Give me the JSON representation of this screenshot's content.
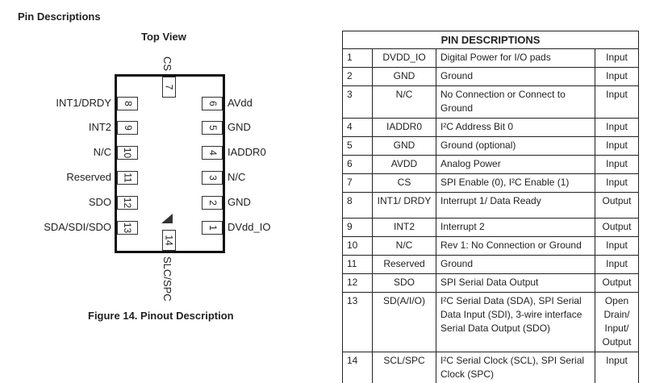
{
  "section_title": "Pin Descriptions",
  "diagram": {
    "title": "Top View",
    "caption": "Figure 14. Pinout Description",
    "left_pins": [
      {
        "num": "8",
        "name": "INT1/DRDY"
      },
      {
        "num": "9",
        "name": "INT2"
      },
      {
        "num": "10",
        "name": "N/C"
      },
      {
        "num": "11",
        "name": "Reserved"
      },
      {
        "num": "12",
        "name": "SDO"
      },
      {
        "num": "13",
        "name": "SDA/SDI/SDO"
      }
    ],
    "right_pins": [
      {
        "num": "6",
        "name": "AVdd"
      },
      {
        "num": "5",
        "name": "GND"
      },
      {
        "num": "4",
        "name": "IADDR0"
      },
      {
        "num": "3",
        "name": "N/C"
      },
      {
        "num": "2",
        "name": "GND"
      },
      {
        "num": "1",
        "name": "DVdd_IO"
      }
    ],
    "top_pin": {
      "num": "7",
      "name": "CS"
    },
    "bottom_pin": {
      "num": "14",
      "name": "SLC/SPC"
    }
  },
  "table": {
    "title": "PIN DESCRIPTIONS",
    "rows": [
      {
        "pin": "1",
        "name": "DVDD_IO",
        "desc": "Digital Power for I/O pads",
        "type": "Input"
      },
      {
        "pin": "2",
        "name": "GND",
        "desc": "Ground",
        "type": "Input"
      },
      {
        "pin": "3",
        "name": "N/C",
        "desc": "No Connection or Connect to Ground",
        "type": "Input"
      },
      {
        "pin": "4",
        "name": "IADDR0",
        "desc": "I²C Address Bit 0",
        "type": "Input"
      },
      {
        "pin": "5",
        "name": "GND",
        "desc": "Ground (optional)",
        "type": "Input"
      },
      {
        "pin": "6",
        "name": "AVDD",
        "desc": "Analog Power",
        "type": "Input"
      },
      {
        "pin": "7",
        "name": "CS",
        "desc": "SPI Enable (0), I²C Enable (1)",
        "type": "Input"
      },
      {
        "pin": "8",
        "name": "INT1/ DRDY",
        "desc": "Interrupt 1/ Data Ready",
        "type": "Output"
      },
      {
        "pin": "9",
        "name": "INT2",
        "desc": "Interrupt 2",
        "type": "Output"
      },
      {
        "pin": "10",
        "name": "N/C",
        "desc": "Rev 1: No Connection or Ground",
        "type": "Input"
      },
      {
        "pin": "11",
        "name": "Reserved",
        "desc": "Ground",
        "type": "Input"
      },
      {
        "pin": "12",
        "name": "SDO",
        "desc": "SPI Serial Data Output",
        "type": "Output"
      },
      {
        "pin": "13",
        "name": "SD(A/I/O)",
        "desc": "I²C Serial Data (SDA), SPI Serial Data Input (SDI), 3-wire interface Serial Data Output (SDO)",
        "type": "Open Drain/ Input/ Output"
      },
      {
        "pin": "14",
        "name": "SCL/SPC",
        "desc": "I²C Serial Clock (SCL), SPI Serial Clock (SPC)",
        "type": "Input"
      }
    ]
  }
}
